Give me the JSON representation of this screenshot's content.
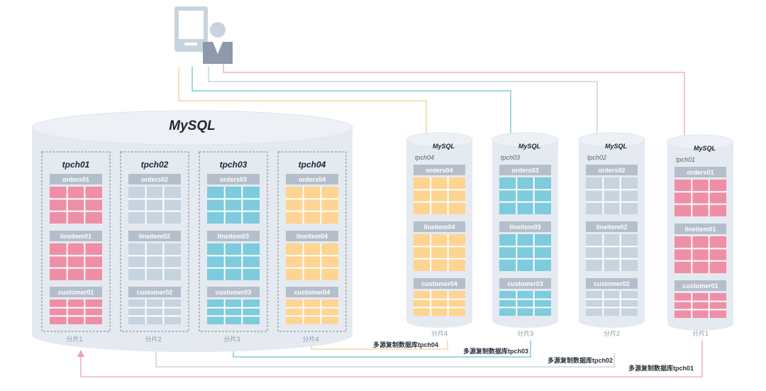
{
  "colors": {
    "pink": "#ee8fa7",
    "gray": "#c7d3df",
    "cyan": "#7dcbdd",
    "yellow": "#fed492",
    "cylinder": "#e5eaf1",
    "cylinder_top": "#edf1f6",
    "label_bg": "#b4bfcb",
    "line_pink": "#e9a5b6",
    "line_gray": "#c2ccd7",
    "line_cyan": "#6cbfd4",
    "line_yellow": "#f2cf8f"
  },
  "icons": {
    "client": "user-terminal-icon"
  },
  "main_db": {
    "title": "MySQL",
    "shards": [
      {
        "schema": "tpch01",
        "color": "pink",
        "tables": [
          "orders01",
          "lineitem01",
          "customer01"
        ],
        "caption": "分片1"
      },
      {
        "schema": "tpch02",
        "color": "gray",
        "tables": [
          "orders02",
          "lineitem02",
          "customer02"
        ],
        "caption": "分片2"
      },
      {
        "schema": "tpch03",
        "color": "cyan",
        "tables": [
          "orders03",
          "lineitem03",
          "customer03"
        ],
        "caption": "分片3"
      },
      {
        "schema": "tpch04",
        "color": "yellow",
        "tables": [
          "orders04",
          "lineitem04",
          "customer04"
        ],
        "caption": "分片4"
      }
    ]
  },
  "replicas": [
    {
      "title": "MySQL",
      "schema": "tpch04",
      "color": "yellow",
      "tables": [
        "orders04",
        "lineitem04",
        "customer04"
      ],
      "caption": "分片4",
      "sync_label": "多源复制数据库tpch04"
    },
    {
      "title": "MySQL",
      "schema": "tpch03",
      "color": "cyan",
      "tables": [
        "orders03",
        "lineitem03",
        "customer03"
      ],
      "caption": "分片3",
      "sync_label": "多源复制数据库tpch03"
    },
    {
      "title": "MySQL",
      "schema": "tpch02",
      "color": "gray",
      "tables": [
        "orders02",
        "lineitem02",
        "customer02"
      ],
      "caption": "分片2",
      "sync_label": "多源复制数据库tpch02"
    },
    {
      "title": "MySQL",
      "schema": "tpch01",
      "color": "pink",
      "tables": [
        "orders01",
        "lineitem01",
        "customer01"
      ],
      "caption": "分片1",
      "sync_label": "多源复制数据库tpch01"
    }
  ]
}
